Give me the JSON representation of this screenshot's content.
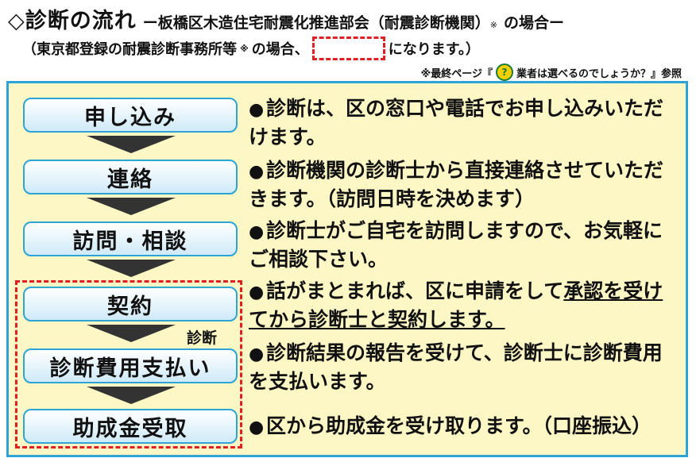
{
  "header": {
    "title": "◇診断の流れ",
    "subtitle": "ー板橋区木造住宅耐震化推進部会（耐震診断機関）",
    "note_mark": "※",
    "subtitle_tail": "の場合ー"
  },
  "subheader": {
    "prefix": "（東京都登録の耐震診断事務所等",
    "note_mark": "※",
    "middle": "の場合、",
    "suffix": "になります。）"
  },
  "reference": {
    "prefix": "※最終ページ『",
    "icon": "question-icon",
    "icon_glyph": "?",
    "label": "業者は選べるのでしょうか？』参照"
  },
  "steps": [
    {
      "label": "申し込み",
      "desc": "診断は、区の窓口や電話でお申し込みいただけます。"
    },
    {
      "label": "連絡",
      "desc": "診断機関の診断士から直接連絡させていただきます。（訪問日時を決めます）"
    },
    {
      "label": "訪問・相談",
      "desc": "診断士がご自宅を訪問しますので、お気軽にご相談下さい。"
    },
    {
      "label": "契約",
      "desc_plain": "話がまとまれば、区に申請をして",
      "desc_underline": "承認を受けてから診断士と契約します。"
    },
    {
      "label": "診断費用支払い",
      "desc": "診断結果の報告を受けて、診断士に診断費用を支払います。"
    },
    {
      "label": "助成金受取",
      "desc": "区から助成金を受け取ります。（口座振込）"
    }
  ],
  "side_label": "診断",
  "colors": {
    "panel_bg": "#fdf7c5",
    "panel_border": "#2ea3d6",
    "dashed_red": "#e02020",
    "arrow": "#333333"
  }
}
